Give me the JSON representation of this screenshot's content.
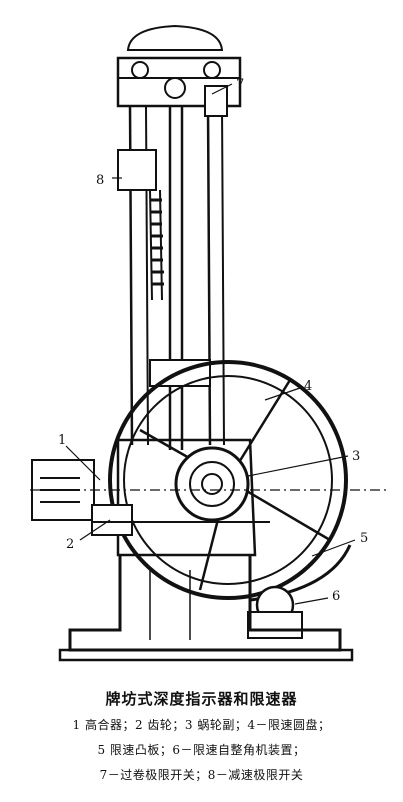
{
  "callouts": [
    "1",
    "2",
    "3",
    "4",
    "5",
    "6",
    "7",
    "8"
  ],
  "caption": {
    "title": "牌坊式深度指示器和限速器",
    "legend_line1": "1 高合器；2 齿轮；3 蜗轮副；4－限速圆盘；",
    "legend_line2": "5 限速凸板；6－限速自整角机装置；",
    "legend_line3": "7－过卷极限开关；8－减速极限开关"
  }
}
